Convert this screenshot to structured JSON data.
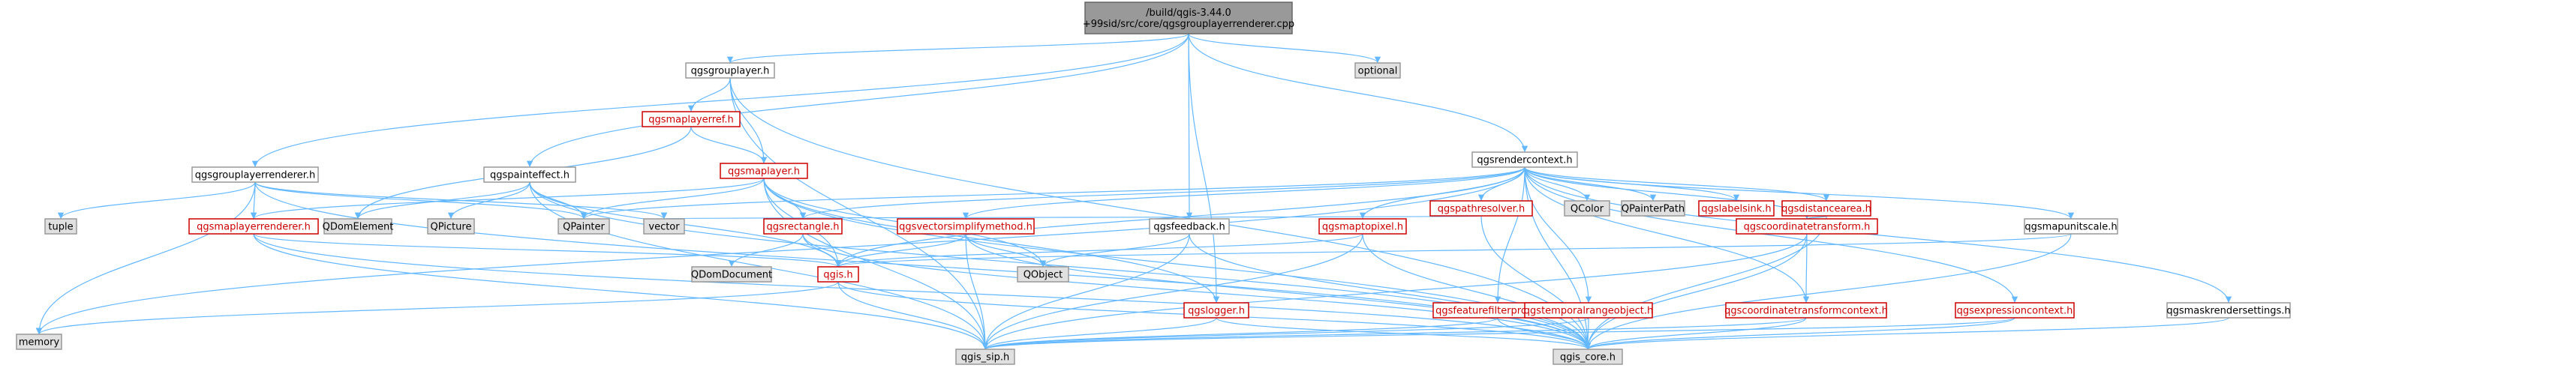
{
  "graph": {
    "type": "include-dependency-graph",
    "colors": {
      "root_fill": "#999999",
      "gray_fill": "#e0e0e0",
      "documented_text": "#000000",
      "undocumented_text": "#cc0000",
      "edge": "#63b8ff"
    },
    "nodes": {
      "root": {
        "lines": [
          "/build/qgis-3.44.0",
          "+99sid/src/core/qgsgrouplayerrenderer.cpp"
        ],
        "style": "root"
      },
      "qgsgrouplayer": {
        "label": "qgsgrouplayer.h",
        "style": "plain"
      },
      "optional": {
        "label": "optional",
        "style": "gray"
      },
      "qgsmaplayerref": {
        "label": "qgsmaplayerref.h",
        "style": "red"
      },
      "qgsrendercontext": {
        "label": "qgsrendercontext.h",
        "style": "plain"
      },
      "qgsmaplayer": {
        "label": "qgsmaplayer.h",
        "style": "red"
      },
      "qgsgrouplayerrenderer": {
        "label": "qgsgrouplayerrenderer.h",
        "style": "plain"
      },
      "qgspainteffect": {
        "label": "qgspainteffect.h",
        "style": "plain"
      },
      "qcolor": {
        "label": "QColor",
        "style": "gray"
      },
      "qpainterpath": {
        "label": "QPainterPath",
        "style": "gray"
      },
      "qgslabelsink": {
        "label": "qgslabelsink.h",
        "style": "red"
      },
      "qgspathresolver": {
        "label": "qgspathresolver.h",
        "style": "red"
      },
      "qgsdistancearea": {
        "label": "qgsdistancearea.h",
        "style": "red"
      },
      "tuple": {
        "label": "tuple",
        "style": "gray"
      },
      "qgsmaplayerrenderer": {
        "label": "qgsmaplayerrenderer.h",
        "style": "red"
      },
      "qdomelement": {
        "label": "QDomElement",
        "style": "gray"
      },
      "qpicture": {
        "label": "QPicture",
        "style": "gray"
      },
      "qpainter": {
        "label": "QPainter",
        "style": "gray"
      },
      "vector": {
        "label": "vector",
        "style": "gray"
      },
      "qgsrectangle": {
        "label": "qgsrectangle.h",
        "style": "red"
      },
      "qgsvectorsimplifymethod": {
        "label": "qgsvectorsimplifymethod.h",
        "style": "red"
      },
      "qgsfeedback": {
        "label": "qgsfeedback.h",
        "style": "plain"
      },
      "qgsmaptopixel": {
        "label": "qgsmaptopixel.h",
        "style": "red"
      },
      "qgscoordinatetransform": {
        "label": "qgscoordinatetransform.h",
        "style": "red"
      },
      "qgsmapunitscale": {
        "label": "qgsmapunitscale.h",
        "style": "plain"
      },
      "qdomdocument": {
        "label": "QDomDocument",
        "style": "gray"
      },
      "qgis": {
        "label": "qgis.h",
        "style": "red"
      },
      "qobject": {
        "label": "QObject",
        "style": "gray"
      },
      "qgslogger": {
        "label": "qgslogger.h",
        "style": "red"
      },
      "qgsfeaturefilterprovider": {
        "label": "qgsfeaturefilterprovider.h",
        "style": "red"
      },
      "qgstemporalrangeobject": {
        "label": "qgstemporalrangeobject.h",
        "style": "red"
      },
      "qgscoordinatetransformcontext": {
        "label": "qgscoordinatetransformcontext.h",
        "style": "red"
      },
      "qgsexpressioncontext": {
        "label": "qgsexpressioncontext.h",
        "style": "red"
      },
      "qgsmaskrendersettings": {
        "label": "qgsmaskrendersettings.h",
        "style": "plain"
      },
      "memory": {
        "label": "memory",
        "style": "gray"
      },
      "qgis_sip": {
        "label": "qgis_sip.h",
        "style": "gray"
      },
      "qgis_core": {
        "label": "qgis_core.h",
        "style": "gray"
      }
    },
    "edges": [
      [
        "root",
        "qgsgrouplayer"
      ],
      [
        "root",
        "optional"
      ],
      [
        "root",
        "qgsrendercontext"
      ],
      [
        "root",
        "qgsgrouplayerrenderer"
      ],
      [
        "root",
        "qgspainteffect"
      ],
      [
        "root",
        "qgsfeedback"
      ],
      [
        "root",
        "qgslogger"
      ],
      [
        "qgsgrouplayer",
        "qgsmaplayerref"
      ],
      [
        "qgsgrouplayer",
        "qgsmaplayer"
      ],
      [
        "qgsgrouplayer",
        "qgis_sip"
      ],
      [
        "qgsgrouplayer",
        "qgis_core"
      ],
      [
        "qgsmaplayerref",
        "qgsmaplayer"
      ],
      [
        "qgsmaplayerref",
        "qdomelement"
      ],
      [
        "qgsgrouplayerrenderer",
        "tuple"
      ],
      [
        "qgsgrouplayerrenderer",
        "qgsmaplayerrenderer"
      ],
      [
        "qgsgrouplayerrenderer",
        "qpainter"
      ],
      [
        "qgsgrouplayerrenderer",
        "vector"
      ],
      [
        "qgsgrouplayerrenderer",
        "memory"
      ],
      [
        "qgsgrouplayerrenderer",
        "qgis_core"
      ],
      [
        "qgspainteffect",
        "qdomelement"
      ],
      [
        "qgspainteffect",
        "qpicture"
      ],
      [
        "qgspainteffect",
        "qpainter"
      ],
      [
        "qgspainteffect",
        "qgis"
      ],
      [
        "qgspainteffect",
        "qgis_sip"
      ],
      [
        "qgspainteffect",
        "qgis_core"
      ],
      [
        "qgsmaplayer",
        "qgsrectangle"
      ],
      [
        "qgsmaplayer",
        "qpainter"
      ],
      [
        "qgsmaplayer",
        "qgis"
      ],
      [
        "qgsmaplayer",
        "qobject"
      ],
      [
        "qgsmaplayer",
        "qgslogger"
      ],
      [
        "qgsmaplayer",
        "qgis_sip"
      ],
      [
        "qgsmaplayer",
        "qgis_core"
      ],
      [
        "qgsmaplayer",
        "qgsmaplayerrenderer"
      ],
      [
        "qgsmaplayerrenderer",
        "qgis"
      ],
      [
        "qgsmaplayerrenderer",
        "qgis_sip"
      ],
      [
        "qgsmaplayerrenderer",
        "qgis_core"
      ],
      [
        "qgsrectangle",
        "qdomdocument"
      ],
      [
        "qgsrectangle",
        "qgis"
      ],
      [
        "qgsrectangle",
        "qgis_core"
      ],
      [
        "qgsvectorsimplifymethod",
        "qgis"
      ],
      [
        "qgsvectorsimplifymethod",
        "qobject"
      ],
      [
        "qgsvectorsimplifymethod",
        "qgis_sip"
      ],
      [
        "qgsvectorsimplifymethod",
        "qgis_core"
      ],
      [
        "qgsfeedback",
        "qobject"
      ],
      [
        "qgsfeedback",
        "qgis_sip"
      ],
      [
        "qgsfeedback",
        "qgis_core"
      ],
      [
        "qgsrendercontext",
        "qcolor"
      ],
      [
        "qgsrendercontext",
        "qpainterpath"
      ],
      [
        "qgsrendercontext",
        "qgslabelsink"
      ],
      [
        "qgsrendercontext",
        "qgspathresolver"
      ],
      [
        "qgsrendercontext",
        "qgsdistancearea"
      ],
      [
        "qgsrendercontext",
        "qgsmaptopixel"
      ],
      [
        "qgsrendercontext",
        "qgsvectorsimplifymethod"
      ],
      [
        "qgsrendercontext",
        "qgsrectangle"
      ],
      [
        "qgsrendercontext",
        "qgscoordinatetransform"
      ],
      [
        "qgsrendercontext",
        "qgsmapunitscale"
      ],
      [
        "qgsrendercontext",
        "qgsfeaturefilterprovider"
      ],
      [
        "qgsrendercontext",
        "qgstemporalrangeobject"
      ],
      [
        "qgsrendercontext",
        "qgscoordinatetransformcontext"
      ],
      [
        "qgsrendercontext",
        "qgsexpressioncontext"
      ],
      [
        "qgsrendercontext",
        "qgsmaskrendersettings"
      ],
      [
        "qgsrendercontext",
        "qpainter"
      ],
      [
        "qgsrendercontext",
        "memory"
      ],
      [
        "qgsrendercontext",
        "qgis"
      ],
      [
        "qgsrendercontext",
        "qgis_core"
      ],
      [
        "qgspathresolver",
        "vector"
      ],
      [
        "qgspathresolver",
        "qgis_core"
      ],
      [
        "qgsdistancearea",
        "qgscoordinatetransform"
      ],
      [
        "qgsdistancearea",
        "qgis_core"
      ],
      [
        "qgscoordinatetransform",
        "qgscoordinatetransformcontext"
      ],
      [
        "qgscoordinatetransform",
        "qgis_core"
      ],
      [
        "qgscoordinatetransform",
        "qgis_sip"
      ],
      [
        "qgscoordinatetransformcontext",
        "qgis_core"
      ],
      [
        "qgscoordinatetransformcontext",
        "qgis_sip"
      ],
      [
        "qgsmaptopixel",
        "qgis"
      ],
      [
        "qgsmaptopixel",
        "qgis_sip"
      ],
      [
        "qgsmaptopixel",
        "qgis_core"
      ],
      [
        "qgsmapunitscale",
        "qgis"
      ],
      [
        "qgsmapunitscale",
        "qgis_core"
      ],
      [
        "qgsfeaturefilterprovider",
        "qgis_sip"
      ],
      [
        "qgsfeaturefilterprovider",
        "qgis_core"
      ],
      [
        "qgstemporalrangeobject",
        "qgis_sip"
      ],
      [
        "qgstemporalrangeobject",
        "qgis_core"
      ],
      [
        "qgsexpressioncontext",
        "qgis_sip"
      ],
      [
        "qgsexpressioncontext",
        "qgis_core"
      ],
      [
        "qgsmaskrendersettings",
        "qgis_core"
      ],
      [
        "qgslogger",
        "qgis_sip"
      ],
      [
        "qgslogger",
        "qgis_core"
      ],
      [
        "qgis",
        "memory"
      ],
      [
        "qgis",
        "qgis_sip"
      ],
      [
        "qgis",
        "qgis_core"
      ]
    ]
  }
}
